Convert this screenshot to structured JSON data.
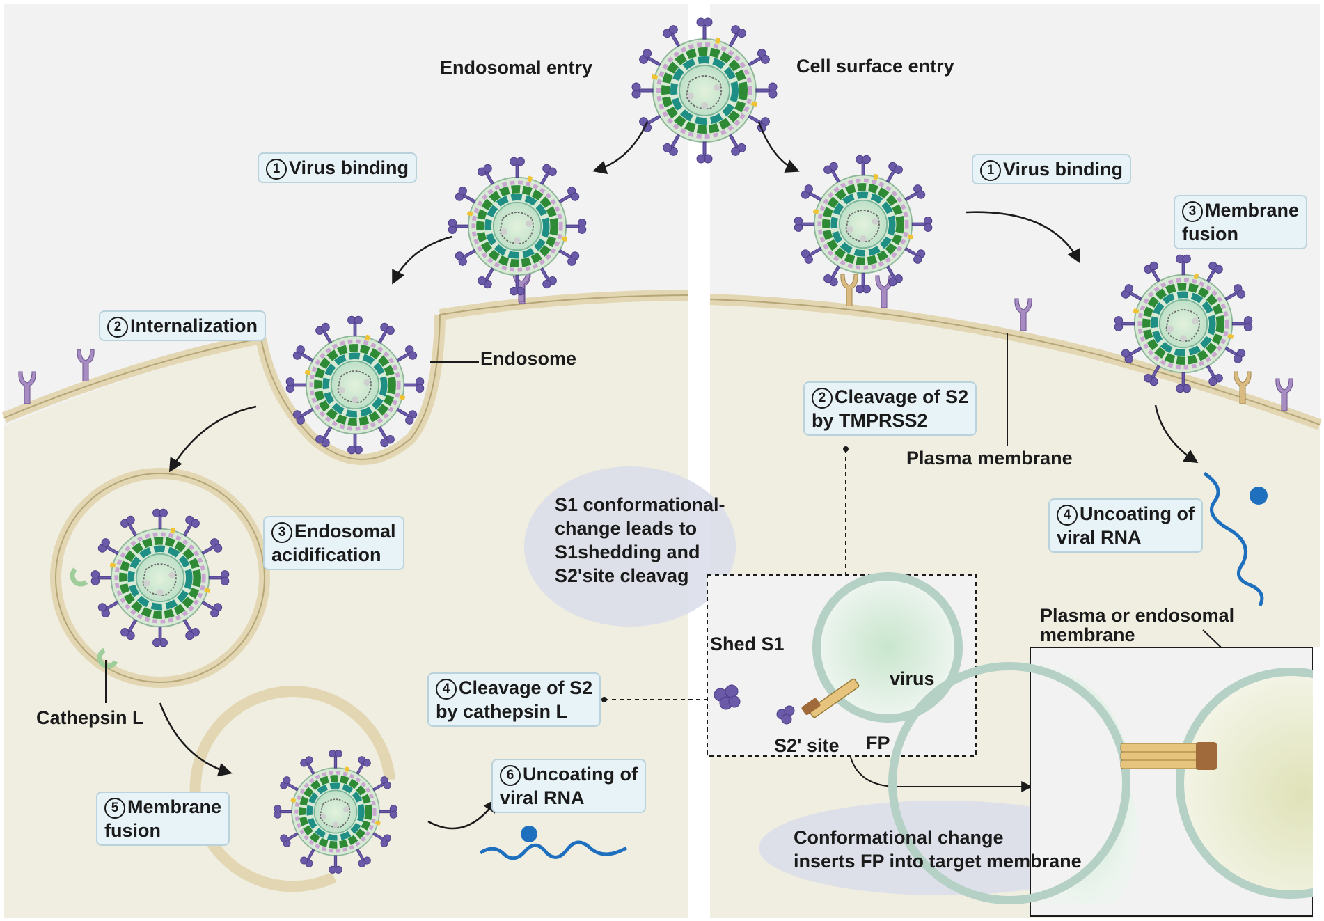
{
  "headers": {
    "endosomal_entry": "Endosomal entry",
    "cell_surface_entry": "Cell surface entry"
  },
  "endosomal_steps": [
    {
      "num": "1",
      "text": "Virus binding"
    },
    {
      "num": "2",
      "text": "Internalization"
    },
    {
      "num": "3",
      "text": "Endosomal",
      "text2": "acidification"
    },
    {
      "num": "4",
      "text": "Cleavage of S2",
      "text2": "by cathepsin L"
    },
    {
      "num": "5",
      "text": "Membrane",
      "text2": "fusion"
    },
    {
      "num": "6",
      "text": "Uncoating of",
      "text2": "viral RNA"
    }
  ],
  "surface_steps": [
    {
      "num": "1",
      "text": "Virus binding"
    },
    {
      "num": "2",
      "text": "Cleavage of S2",
      "text2": "by TMPRSS2"
    },
    {
      "num": "3",
      "text": "Membrane",
      "text2": "fusion"
    },
    {
      "num": "4",
      "text": "Uncoating of",
      "text2": "viral RNA"
    }
  ],
  "labels": {
    "endosome": "Endosome",
    "cathepsin_l": "Cathepsin L",
    "plasma_membrane": "Plasma membrane",
    "shed_s1": "Shed S1",
    "virus": "virus",
    "s2_site": "S2' site",
    "fp": "FP",
    "plasma_or_endosomal_1": "Plasma or endosomal",
    "plasma_or_endosomal_2": "membrane"
  },
  "notes": {
    "s1_change": [
      "S1 conformational-",
      "change leads to",
      "S1shedding and",
      "S2'site cleavag"
    ],
    "fp_insert": [
      "Conformational change",
      "inserts FP into target membrane"
    ]
  },
  "colors": {
    "background": "#f2f2f2",
    "cytoplasm": "#f0ede1",
    "membrane": "#e2d7b2",
    "spike": "#6b5aa8",
    "receptor": "#a78cc2",
    "tmprss2": "#d7bb82",
    "nucleocapsid": "#2f8a36",
    "rna": "#1f6fbf",
    "label_box": "#e8f3f8"
  }
}
